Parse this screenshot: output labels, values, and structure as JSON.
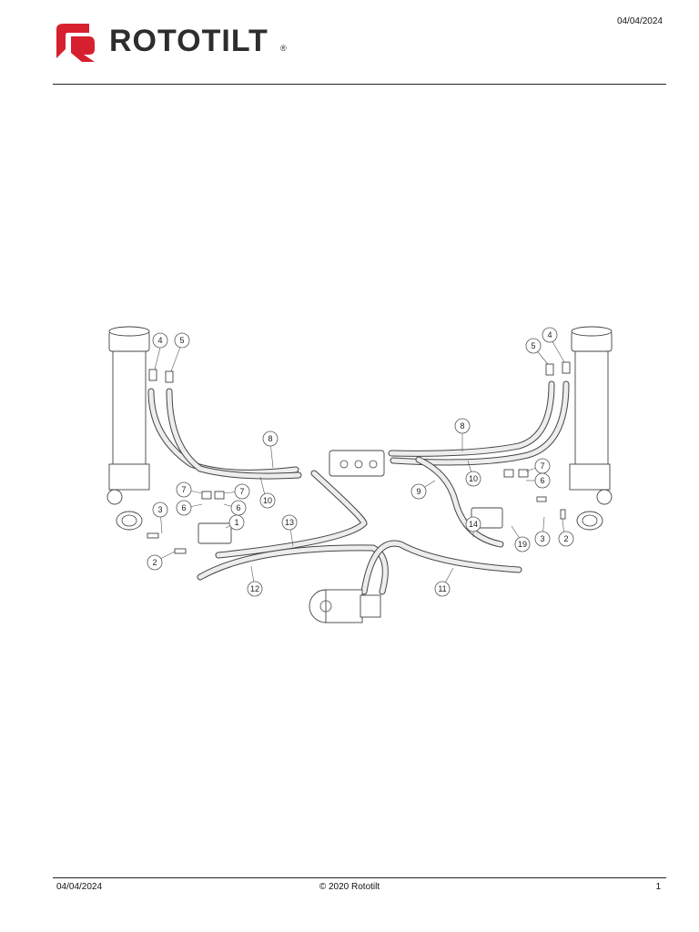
{
  "header": {
    "brand_name": "ROTOTILT",
    "registered_mark": "®",
    "date": "04/04/2024",
    "brand_color": "#d6202f"
  },
  "footer": {
    "date": "04/04/2024",
    "copyright": "© 2020 Rototilt",
    "page_number": "1"
  },
  "callouts": [
    "4",
    "5",
    "5",
    "4",
    "8",
    "8",
    "10",
    "10",
    "9",
    "7",
    "7",
    "7",
    "6",
    "6",
    "6",
    "3",
    "3",
    "2",
    "2",
    "1",
    "13",
    "14",
    "19",
    "12",
    "11"
  ]
}
